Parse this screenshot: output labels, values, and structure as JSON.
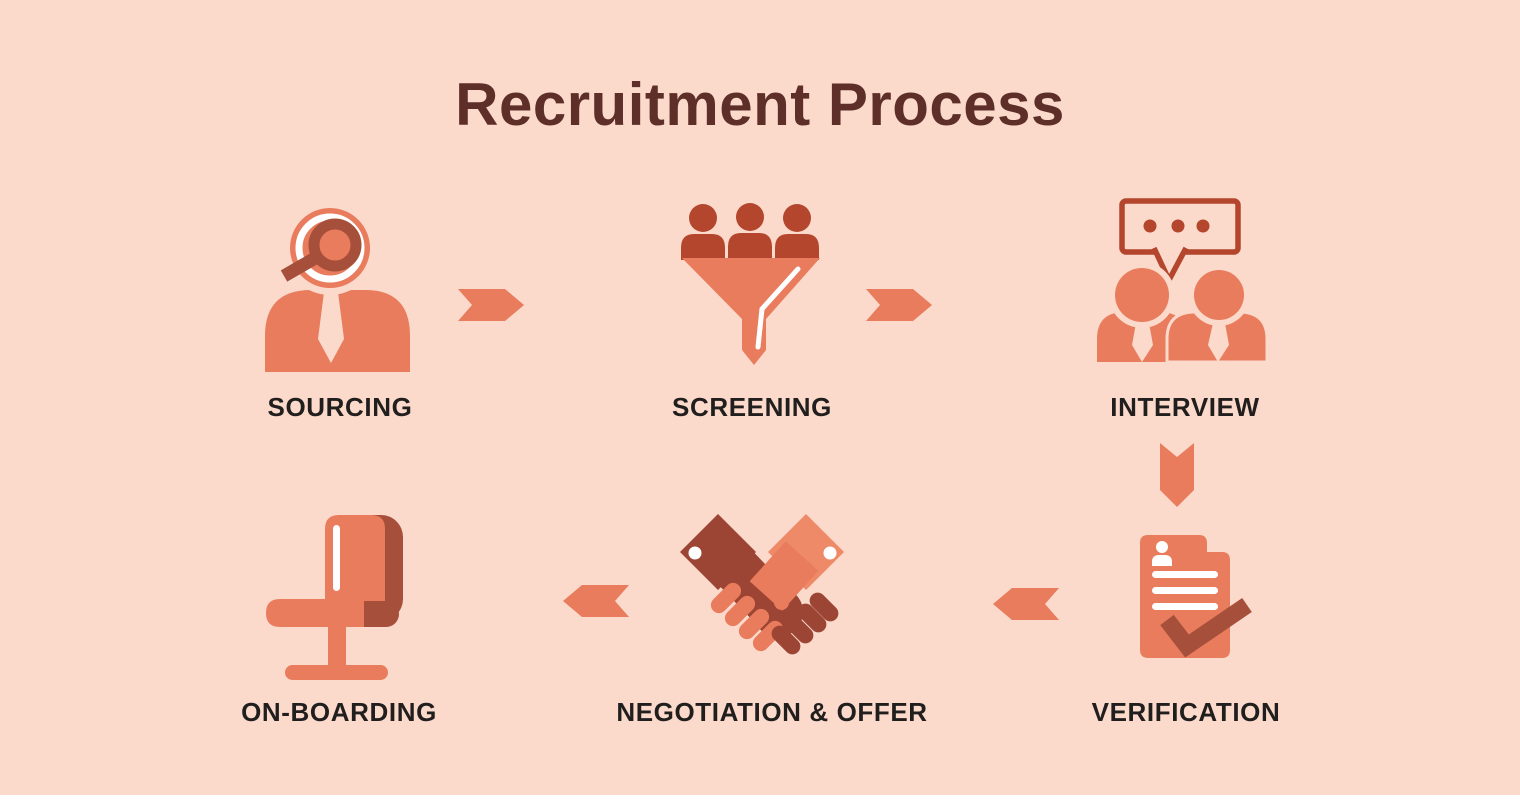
{
  "title": "Recruitment Process",
  "colors": {
    "background": "#FBD9CB",
    "accent": "#E97C5D",
    "accent_light": "#EF8A68",
    "dark_red": "#B3462C",
    "rust": "#A6503B",
    "maroon": "#9C4534",
    "title_color": "#5D2F28",
    "label_color": "#211E1E",
    "white": "#FFFFFF"
  },
  "stages": [
    {
      "label": "SOURCING",
      "icon": "person-with-magnifier-icon"
    },
    {
      "label": "SCREENING",
      "icon": "candidates-funnel-icon"
    },
    {
      "label": "INTERVIEW",
      "icon": "two-people-speech-bubble-icon"
    },
    {
      "label": "VERIFICATION",
      "icon": "document-checkmark-icon"
    },
    {
      "label": "NEGOTIATION & OFFER",
      "icon": "handshake-icon"
    },
    {
      "label": "ON-BOARDING",
      "icon": "office-chair-icon"
    }
  ],
  "arrows": [
    {
      "between": "sourcing-screening",
      "direction": "right"
    },
    {
      "between": "screening-interview",
      "direction": "right"
    },
    {
      "between": "interview-verification",
      "direction": "down"
    },
    {
      "between": "verification-negotiation",
      "direction": "left"
    },
    {
      "between": "negotiation-onboarding",
      "direction": "left"
    }
  ]
}
